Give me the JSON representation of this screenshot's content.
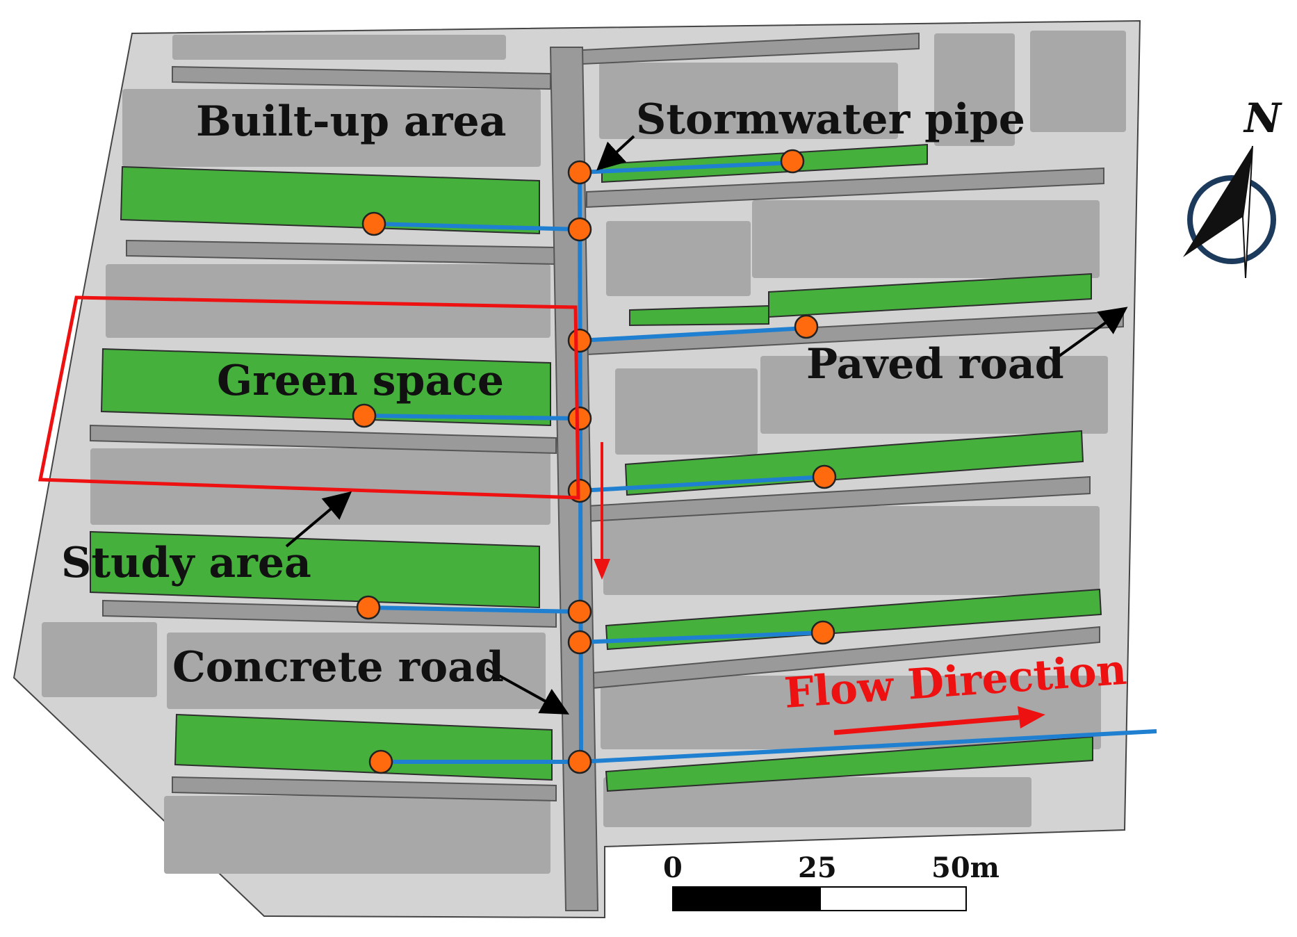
{
  "labels": {
    "built_up_area": "Built-up area",
    "stormwater_pipe": "Stormwater pipe",
    "green_space": "Green space",
    "paved_road": "Paved road",
    "study_area": "Study area",
    "concrete_road": "Concrete road",
    "flow_direction": "Flow Direction"
  },
  "north_arrow": {
    "label": "N",
    "icon": "north-arrow-icon"
  },
  "scale_bar": {
    "ticks": [
      "0",
      "25",
      "50m"
    ]
  },
  "colors": {
    "ground": "#d3d3d3",
    "building": "#a8a8a8",
    "road": "#9a9a9a",
    "green_space": "#45b13c",
    "pipe": "#1f7fd0",
    "node": "#ff6a0f",
    "study_area": "#ee1111",
    "flow_arrow": "#ee1111",
    "compass_ring": "#1c3a5c"
  }
}
